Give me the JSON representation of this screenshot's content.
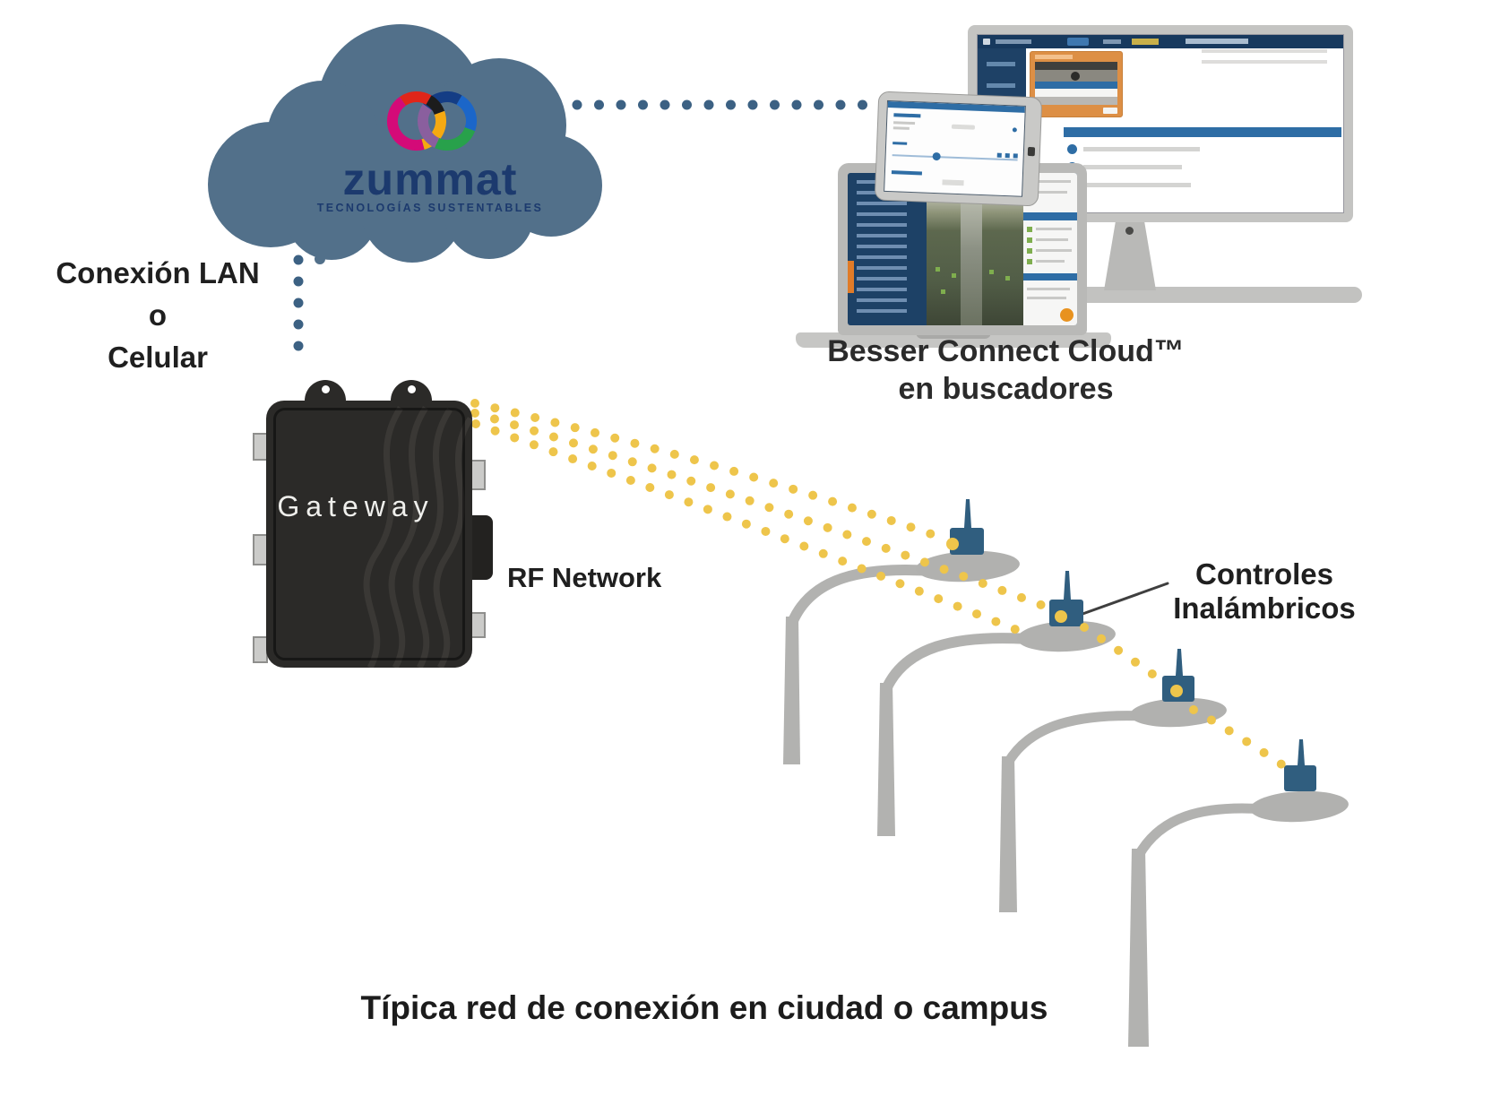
{
  "page": {
    "background": "#ffffff"
  },
  "cloud": {
    "logo_text": "zummat",
    "logo_tagline": "TECNOLOGÍAS SUSTENTABLES"
  },
  "labels": {
    "connection_line1": "Conexión LAN",
    "connection_line2": "o",
    "connection_line3": "Celular",
    "rf_network": "RF Network",
    "browser_line1": "Besser Connect Cloud™",
    "browser_line2": "en buscadores",
    "controls_line1": "Controles",
    "controls_line2": "Inalámbricos",
    "caption": "Típica red de conexión en ciudad o campus"
  },
  "gateway": {
    "label": "Gateway"
  },
  "streetlights": {
    "count": 4
  },
  "colors": {
    "cloud": "#52708a",
    "dot_blue": "#3c6183",
    "dot_yellow": "#eec54b",
    "controller_blue": "#305e7f",
    "pole_gray": "#b2b2b0",
    "gateway_dark": "#2b2a28",
    "navy_screen": "#1d4166",
    "orange_accent": "#dd8f45",
    "blue_accent": "#2e6da5",
    "green_accent": "#7fae4e",
    "logo_navy": "#1c3a6e",
    "text_dark": "#1f1f1f"
  }
}
